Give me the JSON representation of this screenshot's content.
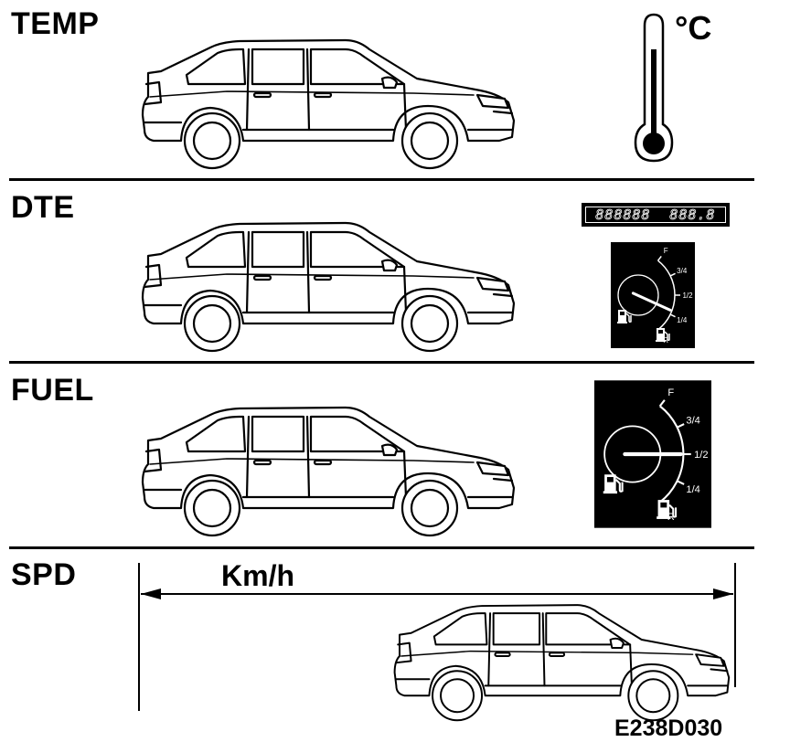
{
  "sections": {
    "temp": {
      "label": "TEMP",
      "unit": "°C"
    },
    "dte": {
      "label": "DTE",
      "display_left": "888888",
      "display_right": "888.8"
    },
    "fuel": {
      "label": "FUEL"
    },
    "spd": {
      "label": "SPD",
      "unit": "Km/h"
    }
  },
  "gauge": {
    "marks": [
      "F",
      "3/4",
      "1/2",
      "1/4",
      "R"
    ],
    "dte_needle_level": 0.3,
    "fuel_needle_level": 0.5
  },
  "figure_code": "E238D030",
  "colors": {
    "ink": "#000000",
    "paper": "#ffffff"
  }
}
